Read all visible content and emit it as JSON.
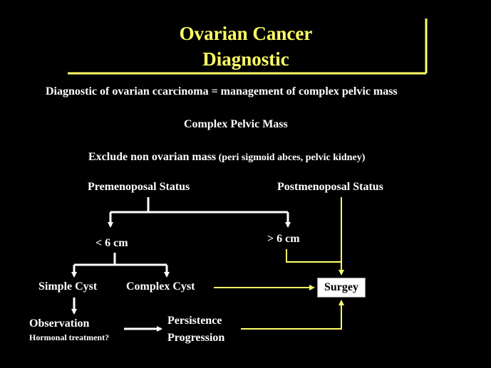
{
  "slide": {
    "title_line1": "Ovarian Cancer",
    "title_line2": "Diagnostic",
    "subtitle": "Diagnostic of ovarian ccarcinoma = management of complex pelvic mass"
  },
  "flow": {
    "complex_mass": "Complex Pelvic Mass",
    "exclude_main": "Exclude non ovarian mass",
    "exclude_detail": " (peri sigmoid abces, pelvic kidney)",
    "premenopausal": "Premenoposal Status",
    "postmenopausal": "Postmenoposal Status",
    "lt6": "< 6 cm",
    "gt6": "> 6 cm",
    "simple_cyst": "Simple Cyst",
    "complex_cyst": "Complex Cyst",
    "surgery": "Surgey",
    "observation": "Observation",
    "hormonal": "Hormonal treatment?",
    "persistence": "Persistence",
    "progression": "Progression"
  },
  "colors": {
    "background": "#000000",
    "title": "#ffff66",
    "accent_arrow": "#ffff66",
    "text": "#ffffff"
  }
}
